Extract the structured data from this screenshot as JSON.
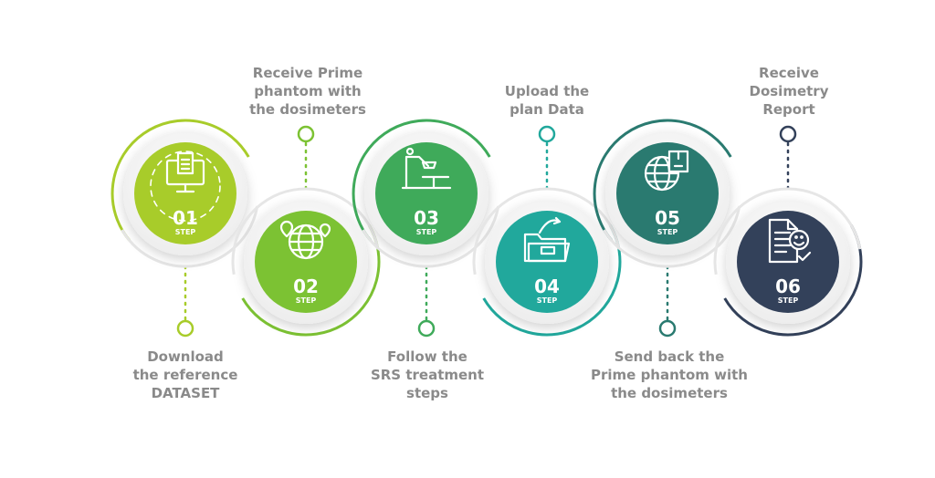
{
  "steps": [
    {
      "number": "01",
      "step_word": "STEP",
      "label": "Download\nthe reference\nDATASET",
      "color": "#a8cc2a",
      "icon": "computer-document-icon"
    },
    {
      "number": "02",
      "step_word": "STEP",
      "label": "Receive Prime\nphantom with\nthe dosimeters",
      "color": "#7cc233",
      "icon": "globe-location-icon"
    },
    {
      "number": "03",
      "step_word": "STEP",
      "label": "Follow the\nSRS treatment\nsteps",
      "color": "#3faa5a",
      "icon": "treatment-machine-icon"
    },
    {
      "number": "04",
      "step_word": "STEP",
      "label": "Upload the\nplan Data",
      "color": "#21a89c",
      "icon": "folder-upload-icon"
    },
    {
      "number": "05",
      "step_word": "STEP",
      "label": "Send back the\nPrime phantom with\nthe dosimeters",
      "color": "#2a7a70",
      "icon": "globe-package-icon"
    },
    {
      "number": "06",
      "step_word": "STEP",
      "label": "Receive\nDosimetry\nReport",
      "color": "#33415a",
      "icon": "report-smiley-icon"
    }
  ]
}
